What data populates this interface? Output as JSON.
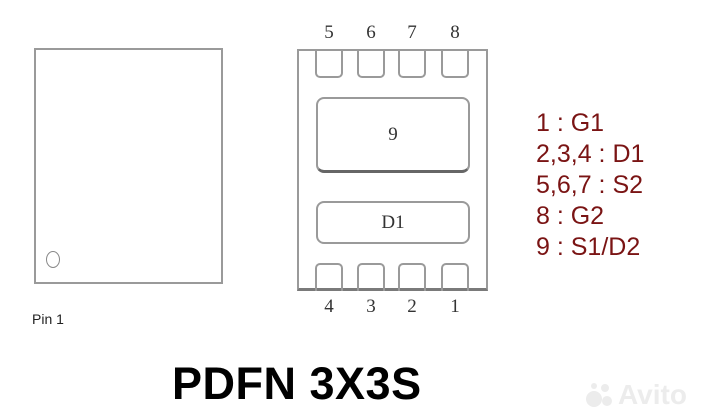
{
  "left_view": {
    "pin1_label": "Pin 1"
  },
  "chip": {
    "top_pins": [
      "5",
      "6",
      "7",
      "8"
    ],
    "bottom_pins": [
      "4",
      "3",
      "2",
      "1"
    ],
    "pad_large_label": "9",
    "pad_small_label": "D1"
  },
  "legend": {
    "items": [
      "1 : G1",
      "2,3,4 : D1",
      "5,6,7 : S2",
      "8 : G2",
      "9 : S1/D2"
    ],
    "color": "#7a1414"
  },
  "title": "PDFN 3X3S",
  "watermark": "Avito"
}
